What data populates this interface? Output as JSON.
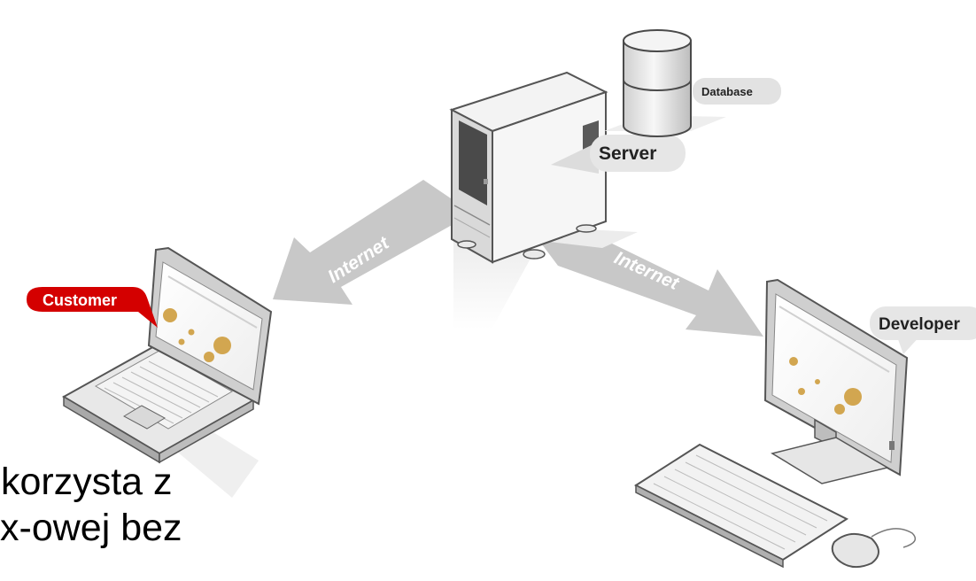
{
  "labels": {
    "database": "Database",
    "server": "Server",
    "internet_left": "Internet",
    "internet_right": "Internet",
    "customer": "Customer",
    "developer": "Developer"
  },
  "body_text": {
    "line1": "korzysta z",
    "line2": "x-owej bez"
  },
  "colors": {
    "customer_badge": "#d40000",
    "arrow": "#c8c8c8",
    "label_pill": "#e6e6e6",
    "chart_dot": "#d2a650"
  }
}
